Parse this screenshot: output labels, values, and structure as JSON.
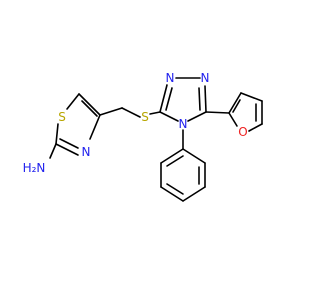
{
  "molecule": {
    "atoms": {
      "S_thiazole": {
        "text": "S",
        "color": "#b8a600"
      },
      "N_thiazole": {
        "text": "N",
        "color": "#2222ee"
      },
      "NH2": {
        "text": "H₂N",
        "color": "#2222ee"
      },
      "S_thioether": {
        "text": "S",
        "color": "#b8a600"
      },
      "N_triazole_1": {
        "text": "N",
        "color": "#2222ee"
      },
      "N_triazole_2": {
        "text": "N",
        "color": "#2222ee"
      },
      "N_triazole_4": {
        "text": "N",
        "color": "#2222ee"
      },
      "O_furan": {
        "text": "O",
        "color": "#ee2222"
      }
    }
  }
}
